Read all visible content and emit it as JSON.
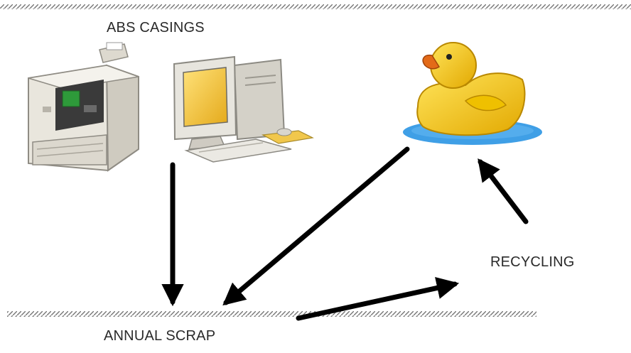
{
  "diagram": {
    "labels": {
      "top_left": "ABS CASINGS",
      "right": "RECYCLING",
      "bottom": "ANNUAL SCRAP"
    },
    "nodes": [
      {
        "id": "printer",
        "icon": "printer-icon"
      },
      {
        "id": "computer",
        "icon": "desktop-computer-icon"
      },
      {
        "id": "duck",
        "icon": "rubber-duck-icon"
      }
    ],
    "edges": [
      {
        "from": "abs-casings",
        "to": "annual-scrap"
      },
      {
        "from": "rubber-duck",
        "to": "annual-scrap"
      },
      {
        "from": "annual-scrap",
        "to": "recycling"
      },
      {
        "from": "recycling",
        "to": "rubber-duck"
      }
    ],
    "colors": {
      "duck": "#f2c200",
      "water": "#3f9fe6",
      "beak": "#e36a18",
      "arrow": "#000000",
      "screen": "#f0c52a",
      "printer_display": "#2e9a3a"
    }
  }
}
